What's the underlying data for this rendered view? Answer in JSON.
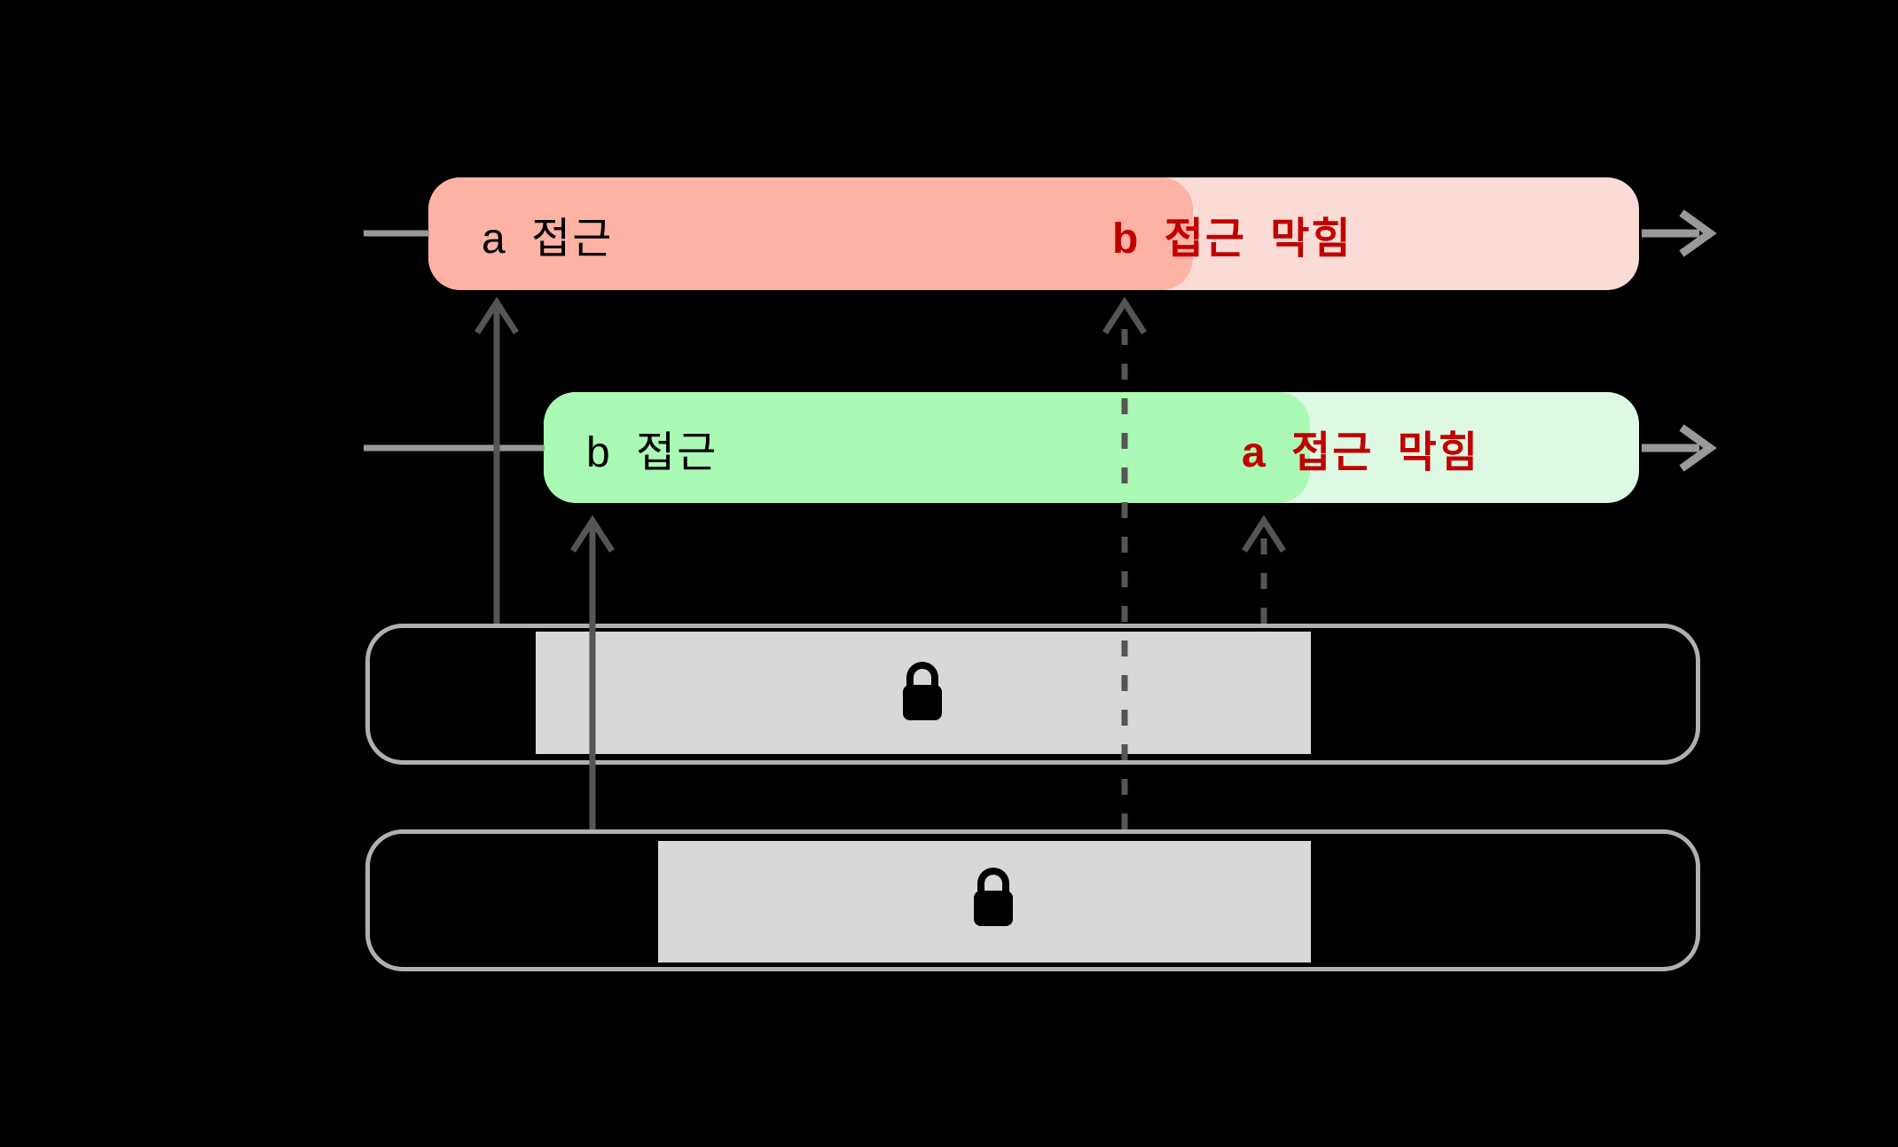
{
  "palette": {
    "background": "#000000",
    "bar_a_active": "#feb2a4",
    "bar_a_waiting": "#fbdbd5",
    "bar_b_active": "#aaf9b4",
    "bar_b_waiting": "#ddf9e4",
    "access_text": "#000000",
    "blocked_text": "#c00000",
    "lock_box_border": "#b0b0b0",
    "lock_held_fill": "#d8d8d8",
    "lock_icon": "#000000",
    "arrow_dark": "#555555",
    "arrow_light": "#999999"
  },
  "thread_a_timeline": {
    "access_label": "a 접근",
    "blocked_label": "b 접근 막힘"
  },
  "thread_b_timeline": {
    "access_label": "b 접근",
    "blocked_label": "a 접근 막힘"
  },
  "lock_boxes": [
    {
      "icon": "lock-icon"
    },
    {
      "icon": "lock-icon"
    }
  ]
}
